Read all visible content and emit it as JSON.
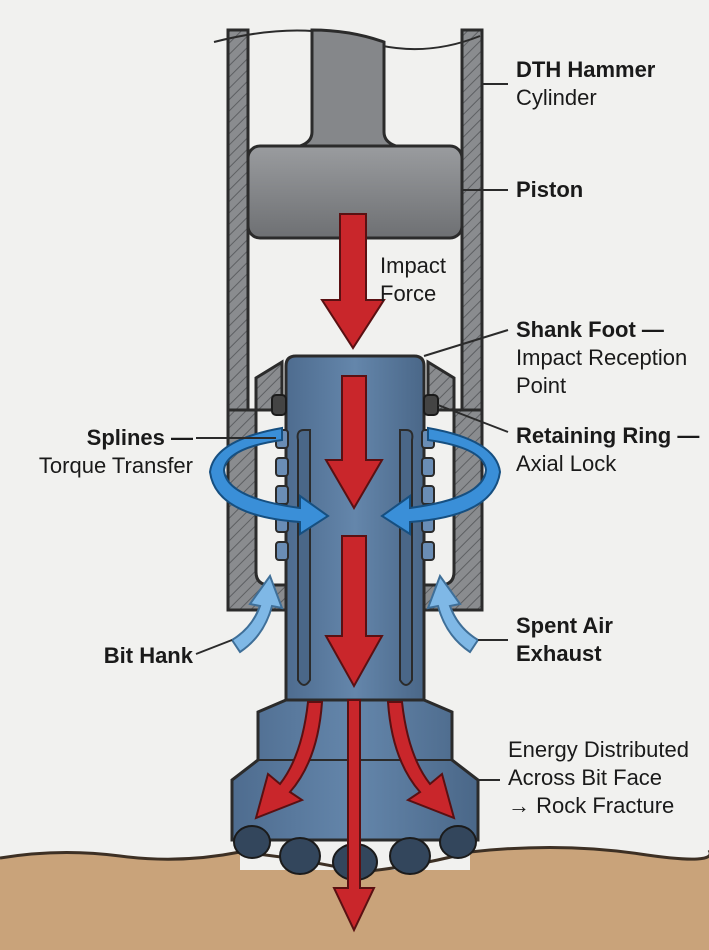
{
  "labels": {
    "cylinder": {
      "title": "DTH Hammer",
      "sub": "Cylinder"
    },
    "piston": {
      "title": "Piston"
    },
    "impact": {
      "line1": "Impact",
      "line2": "Force"
    },
    "shank": {
      "title": "Shank Foot —",
      "line2": "Impact Reception",
      "line3": "Point"
    },
    "retaining": {
      "title": "Retaining Ring —",
      "sub": "Axial Lock"
    },
    "splines": {
      "title": "Splines —",
      "sub": "Torque Transfer"
    },
    "bit_hank": {
      "title": "Bit Hank"
    },
    "exhaust": {
      "line1": "Spent Air",
      "line2": "Exhaust"
    },
    "energy": {
      "line1": "Energy Distributed",
      "line2": "Across Bit Face",
      "line3": "→ Rock Fracture"
    }
  },
  "colors": {
    "background": "#f1f1ef",
    "steel": "#7d7f82",
    "bit_body": "#5e7fa3",
    "force_arrow": "#c9262b",
    "air_arrow": "#7fb8e6",
    "torque_arrow": "#3a8fd8",
    "ground": "#c9a37a"
  },
  "icons": {
    "force": "red-down-arrow",
    "torque": "blue-rotation-arrow",
    "air": "light-blue-curved-arrow"
  }
}
